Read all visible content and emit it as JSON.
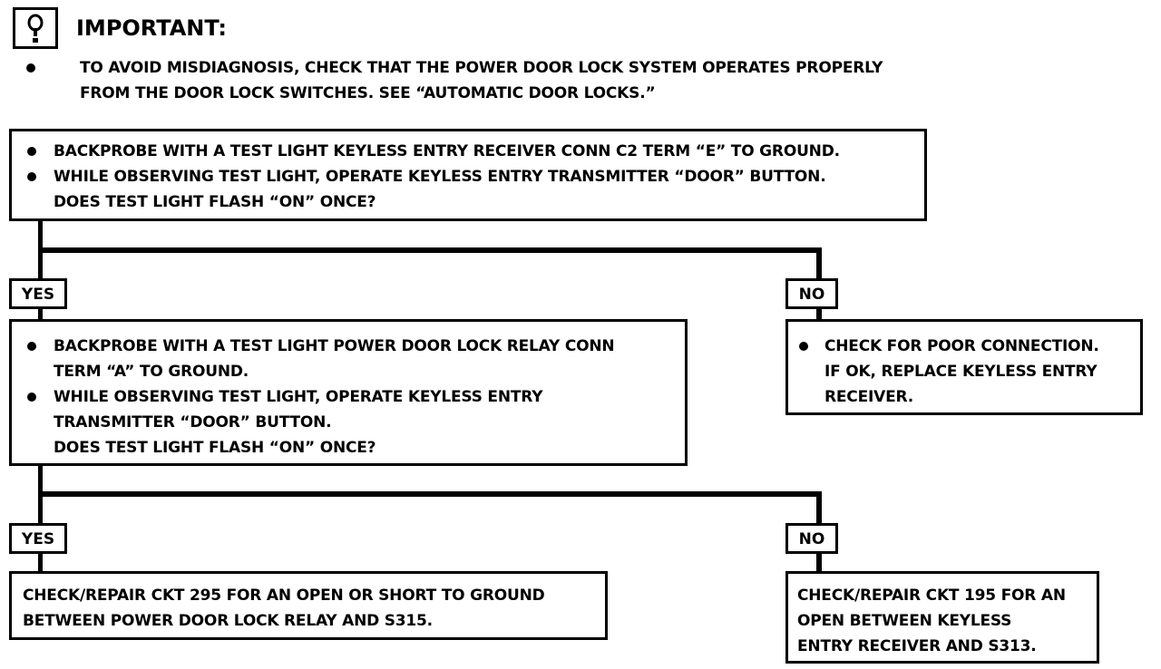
{
  "important": {
    "icon": "exclamation-icon",
    "title": "IMPORTANT:",
    "lines": [
      "TO AVOID MISDIAGNOSIS, CHECK THAT THE POWER DOOR LOCK SYSTEM OPERATES PROPERLY",
      "FROM THE DOOR LOCK SWITCHES.  SEE “AUTOMATIC DOOR LOCKS.”"
    ]
  },
  "step1": {
    "lines": [
      "BACKPROBE WITH A TEST LIGHT KEYLESS ENTRY RECEIVER CONN C2 TERM “E” TO GROUND.",
      "WHILE OBSERVING TEST LIGHT, OPERATE KEYLESS ENTRY TRANSMITTER “DOOR” BUTTON.",
      "DOES TEST LIGHT FLASH “ON” ONCE?"
    ]
  },
  "branch1": {
    "yes": "YES",
    "no": "NO"
  },
  "step2": {
    "lines": [
      "BACKPROBE WITH A TEST LIGHT POWER DOOR LOCK RELAY CONN",
      "TERM “A” TO GROUND.",
      "WHILE OBSERVING TEST LIGHT, OPERATE KEYLESS ENTRY",
      "TRANSMITTER “DOOR” BUTTON.",
      "DOES TEST LIGHT FLASH “ON” ONCE?"
    ]
  },
  "no1_result": {
    "lines": [
      "CHECK FOR POOR CONNECTION.",
      "IF OK, REPLACE KEYLESS ENTRY",
      "RECEIVER."
    ]
  },
  "branch2": {
    "yes": "YES",
    "no": "NO"
  },
  "yes2_result": {
    "lines": [
      "CHECK/REPAIR CKT 295 FOR AN OPEN OR SHORT TO GROUND",
      "BETWEEN POWER DOOR LOCK RELAY AND S315."
    ]
  },
  "no2_result": {
    "lines": [
      "CHECK/REPAIR CKT 195 FOR AN",
      "OPEN BETWEEN KEYLESS",
      "ENTRY RECEIVER AND S313."
    ]
  }
}
